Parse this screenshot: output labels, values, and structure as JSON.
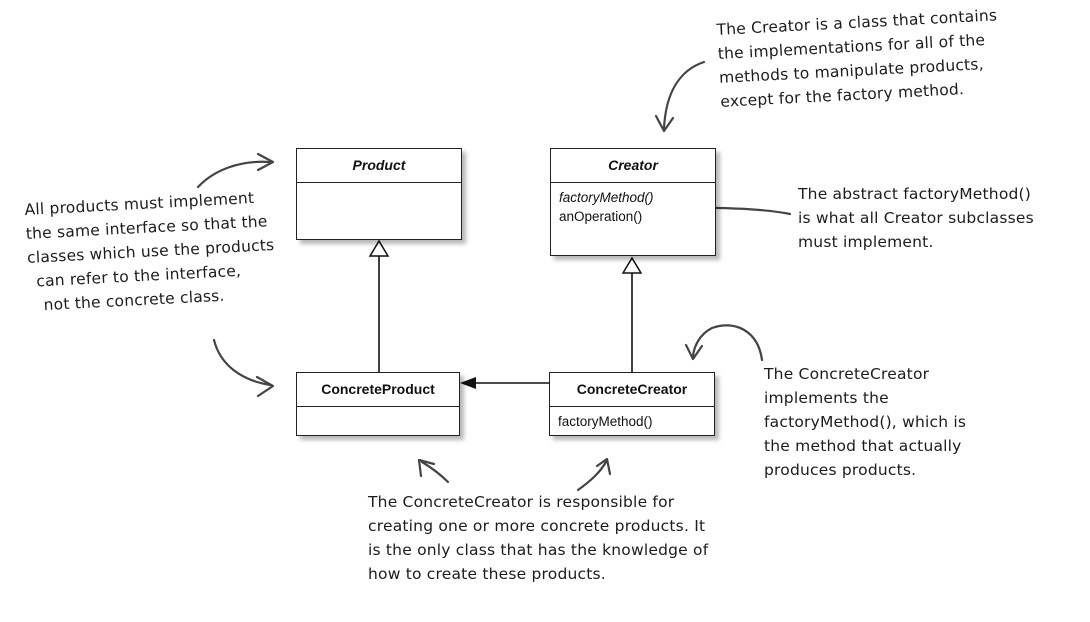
{
  "classes": {
    "product": {
      "name": "Product",
      "methods": []
    },
    "creator": {
      "name": "Creator",
      "methods": [
        "factoryMethod()",
        "anOperation()"
      ]
    },
    "concrete_product": {
      "name": "ConcreteProduct",
      "methods": []
    },
    "concrete_creator": {
      "name": "ConcreteCreator",
      "methods": [
        "factoryMethod()"
      ]
    }
  },
  "notes": {
    "creator_note": [
      "The Creator is a class that contains",
      "the implementations for all of the",
      "methods to manipulate products,",
      "except for the factory method."
    ],
    "product_note": [
      "All products must implement",
      "the same interface so that the",
      "classes which use the products",
      "can refer to the interface,",
      "not the concrete class."
    ],
    "factory_method_note": [
      "The abstract factoryMethod()",
      "is what all Creator subclasses",
      "must implement."
    ],
    "concrete_creator_note": [
      "The ConcreteCreator",
      "implements the",
      "factoryMethod(), which is",
      "the method that actually",
      "produces products."
    ],
    "responsibility_note": [
      "The ConcreteCreator is responsible for",
      "creating one or more concrete products.  It",
      "is the only class that has the knowledge of",
      "how to create these products."
    ]
  }
}
